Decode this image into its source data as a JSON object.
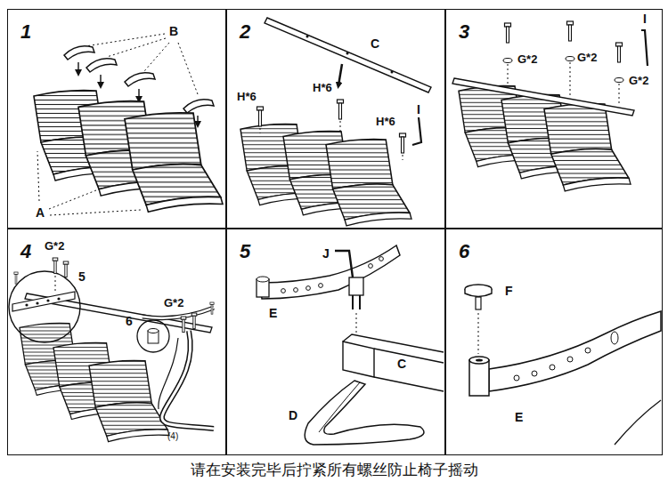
{
  "diagram": {
    "caption": "请在安装完毕后拧紧所有螺丝防止椅子摇动",
    "nodes": [
      {
        "text": [
          "1"
        ]
      },
      {
        "text": [
          "2"
        ]
      },
      {
        "text": [
          "3"
        ]
      },
      {
        "text": [
          "4"
        ]
      },
      {
        "text": [
          "5"
        ]
      },
      {
        "text": [
          "6"
        ]
      }
    ],
    "labels": [
      "B",
      "A",
      "C",
      "H*6",
      "H*6",
      "H*6",
      "I",
      "I",
      "G*2",
      "G*2",
      "G*2",
      "G*2",
      "5",
      "G*2",
      "6",
      "(4)",
      "J",
      "E",
      "C",
      "D",
      "F",
      "E"
    ]
  }
}
